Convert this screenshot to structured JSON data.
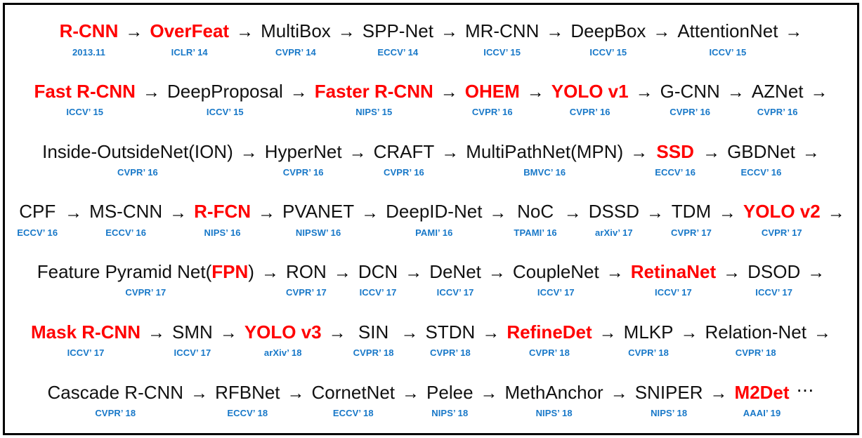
{
  "figure": {
    "kind": "object-detection-milestones-timeline",
    "border_color": "#000000",
    "background_color": "#ffffff",
    "colors": {
      "highlight_red": "#ff0000",
      "venue_blue": "#1878c8",
      "node_black": "#111111"
    },
    "arrow_glyph": "→",
    "ellipsis_glyph": "⋯"
  },
  "rows": [
    {
      "id": "row-1",
      "nodes": [
        {
          "name": "R-CNN",
          "venue": "2013.11",
          "red": true
        },
        {
          "name": "OverFeat",
          "venue": "ICLR’ 14",
          "red": true
        },
        {
          "name": "MultiBox",
          "venue": "CVPR’ 14",
          "red": false
        },
        {
          "name": "SPP-Net",
          "venue": "ECCV’ 14",
          "red": false
        },
        {
          "name": "MR-CNN",
          "venue": "ICCV’ 15",
          "red": false
        },
        {
          "name": "DeepBox",
          "venue": "ICCV’ 15",
          "red": false
        },
        {
          "name": "AttentionNet",
          "venue": "ICCV’ 15",
          "red": false
        }
      ],
      "trailing_arrow": true,
      "trailing_dots": false
    },
    {
      "id": "row-2",
      "nodes": [
        {
          "name": "Fast R-CNN",
          "venue": "ICCV’ 15",
          "red": true
        },
        {
          "name": "DeepProposal",
          "venue": "ICCV’ 15",
          "red": false
        },
        {
          "name": "Faster R-CNN",
          "venue": "NIPS’ 15",
          "red": true
        },
        {
          "name": "OHEM",
          "venue": "CVPR’ 16",
          "red": true
        },
        {
          "name": "YOLO v1",
          "venue": "CVPR’ 16",
          "red": true
        },
        {
          "name": "G-CNN",
          "venue": "CVPR’ 16",
          "red": false
        },
        {
          "name": "AZNet",
          "venue": "CVPR’ 16",
          "red": false
        }
      ],
      "trailing_arrow": true,
      "trailing_dots": false
    },
    {
      "id": "row-3",
      "nodes": [
        {
          "name": "Inside-OutsideNet(ION)",
          "venue": "CVPR’ 16",
          "red": false
        },
        {
          "name": "HyperNet",
          "venue": "CVPR’ 16",
          "red": false
        },
        {
          "name": "CRAFT",
          "venue": "CVPR’ 16",
          "red": false
        },
        {
          "name": "MultiPathNet(MPN)",
          "venue": "BMVC’ 16",
          "red": false
        },
        {
          "name": "SSD",
          "venue": "ECCV’ 16",
          "red": true
        },
        {
          "name": "GBDNet",
          "venue": "ECCV’ 16",
          "red": false
        }
      ],
      "trailing_arrow": true,
      "trailing_dots": false
    },
    {
      "id": "row-4",
      "nodes": [
        {
          "name": "CPF",
          "venue": "ECCV’ 16",
          "red": false
        },
        {
          "name": "MS-CNN",
          "venue": "ECCV’ 16",
          "red": false
        },
        {
          "name": "R-FCN",
          "venue": "NIPS’ 16",
          "red": true
        },
        {
          "name": "PVANET",
          "venue": "NIPSW’ 16",
          "red": false
        },
        {
          "name": "DeepID-Net",
          "venue": "PAMI’ 16",
          "red": false
        },
        {
          "name": "NoC",
          "venue": "TPAMI’ 16",
          "red": false
        },
        {
          "name": "DSSD",
          "venue": "arXiv’ 17",
          "red": false
        },
        {
          "name": "TDM",
          "venue": "CVPR’ 17",
          "red": false
        },
        {
          "name": "YOLO v2",
          "venue": "CVPR’ 17",
          "red": true
        }
      ],
      "trailing_arrow": true,
      "trailing_dots": false
    },
    {
      "id": "row-5",
      "nodes": [
        {
          "name": "Feature Pyramid Net(FPN)",
          "venue": "CVPR’ 17",
          "red": false,
          "highlight": "FPN"
        },
        {
          "name": "RON",
          "venue": "CVPR’ 17",
          "red": false
        },
        {
          "name": "DCN",
          "venue": "ICCV’ 17",
          "red": false
        },
        {
          "name": "DeNet",
          "venue": "ICCV’ 17",
          "red": false
        },
        {
          "name": "CoupleNet",
          "venue": "ICCV’ 17",
          "red": false
        },
        {
          "name": "RetinaNet",
          "venue": "ICCV’ 17",
          "red": true
        },
        {
          "name": "DSOD",
          "venue": "ICCV’ 17",
          "red": false
        }
      ],
      "trailing_arrow": true,
      "trailing_dots": false
    },
    {
      "id": "row-6",
      "nodes": [
        {
          "name": "Mask R-CNN",
          "venue": "ICCV’ 17",
          "red": true
        },
        {
          "name": "SMN",
          "venue": "ICCV’ 17",
          "red": false
        },
        {
          "name": "YOLO v3",
          "venue": "arXiv’ 18",
          "red": true
        },
        {
          "name": "SIN",
          "venue": "CVPR’ 18",
          "red": false
        },
        {
          "name": "STDN",
          "venue": "CVPR’ 18",
          "red": false
        },
        {
          "name": "RefineDet",
          "venue": "CVPR’ 18",
          "red": true
        },
        {
          "name": "MLKP",
          "venue": "CVPR’ 18",
          "red": false
        },
        {
          "name": "Relation-Net",
          "venue": "CVPR’ 18",
          "red": false
        }
      ],
      "trailing_arrow": true,
      "trailing_dots": false
    },
    {
      "id": "row-7",
      "nodes": [
        {
          "name": "Cascade R-CNN",
          "venue": "CVPR’ 18",
          "red": false
        },
        {
          "name": "RFBNet",
          "venue": "ECCV’ 18",
          "red": false
        },
        {
          "name": "CornetNet",
          "venue": "ECCV’ 18",
          "red": false
        },
        {
          "name": "Pelee",
          "venue": "NIPS’ 18",
          "red": false
        },
        {
          "name": "MethAnchor",
          "venue": "NIPS’ 18",
          "red": false
        },
        {
          "name": "SNIPER",
          "venue": "NIPS’ 18",
          "red": false
        },
        {
          "name": "M2Det",
          "venue": "AAAI’ 19",
          "red": true
        }
      ],
      "trailing_arrow": false,
      "trailing_dots": true
    }
  ]
}
